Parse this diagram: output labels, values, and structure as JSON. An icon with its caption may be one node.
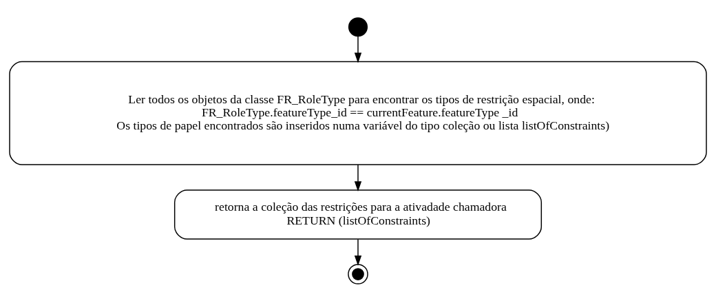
{
  "diagram": {
    "nodes": [
      {
        "text": [],
        "shape": "circle"
      },
      {
        "text": [
          "Ler todos os objetos da classe FR_RoleType para encontrar os tipos de restrição espacial, onde:",
          "FR_RoleType.featureType_id == currentFeature.featureType _id",
          "Os tipos de papel encontrados são inseridos numa variável do tipo coleção ou lista listOfConstraints)"
        ]
      },
      {
        "text": [
          "retorna a coleção das restrições para a ativadade chamadora",
          "RETURN (listOfConstraints)"
        ]
      },
      {
        "text": [],
        "shape": "circle"
      }
    ],
    "edges": [
      {
        "from": 0,
        "to": 1,
        "arrow": "to"
      },
      {
        "from": 1,
        "to": 2,
        "arrow": "to"
      },
      {
        "from": 2,
        "to": 3,
        "arrow": "to"
      }
    ]
  }
}
